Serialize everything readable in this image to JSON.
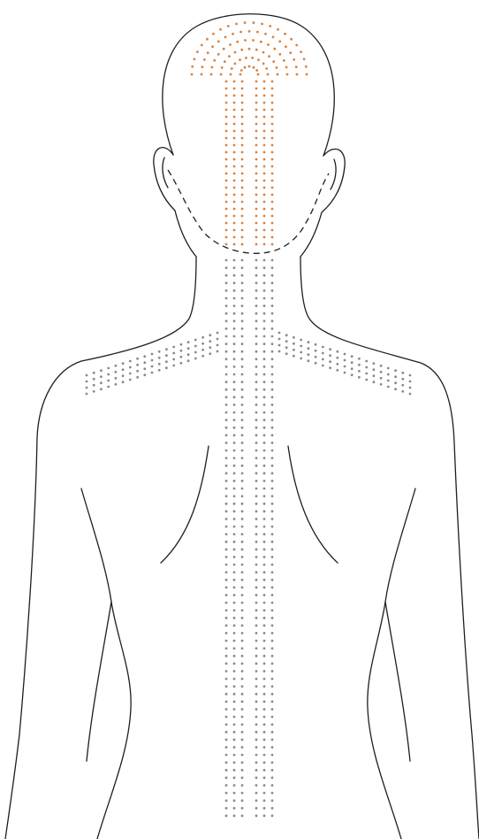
{
  "colors": {
    "background": "#ffffff",
    "outline": "#1e1e1e",
    "scalp_dots": "#d9823f",
    "body_dots": "#8a8a8a"
  },
  "dot_zones": [
    {
      "name": "scalp-fan",
      "color_key": "scalp_dots"
    },
    {
      "name": "scalp-midline-rows",
      "color_key": "scalp_dots"
    },
    {
      "name": "spine-rows",
      "color_key": "body_dots"
    },
    {
      "name": "left-shoulder-rows",
      "color_key": "body_dots"
    },
    {
      "name": "right-shoulder-rows",
      "color_key": "body_dots"
    }
  ]
}
